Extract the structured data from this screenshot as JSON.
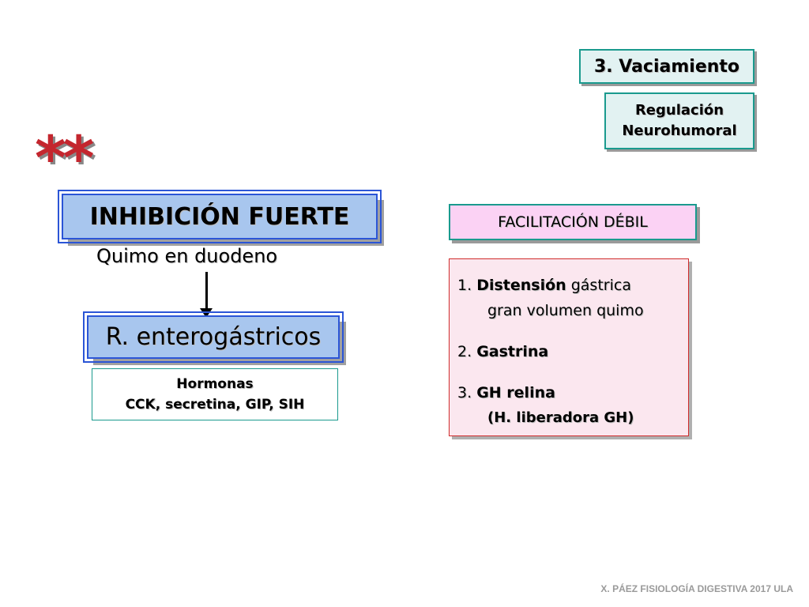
{
  "header": {
    "section": "3. Vaciamiento",
    "subsection_line1": "Regulación",
    "subsection_line2": "Neurohumoral"
  },
  "marker": "**",
  "left": {
    "title": "INHIBICIÓN FUERTE",
    "stimulus": "Quimo en duodeno",
    "reflex": "R. enterogástricos",
    "hormones_title": "Hormonas",
    "hormones_list": "CCK, secretina, GIP, SIH"
  },
  "right": {
    "title": "FACILITACIÓN DÉBIL",
    "items": [
      {
        "num": "1.",
        "bold": "Distensión",
        "rest": " gástrica",
        "sub": "gran volumen quimo"
      },
      {
        "num": "2.",
        "bold": "Gastrina"
      },
      {
        "num": "3.",
        "bold": "GH relina",
        "sub": "(H. liberadora GH)"
      }
    ]
  },
  "footer": "X. PÁEZ   FISIOLOGÍA DIGESTIVA 2017  ULA",
  "colors": {
    "teal_border": "#1a9a8e",
    "blue_box": "#a8c6ee",
    "pink_box": "#fbd2f4",
    "red_stars": "#c4262e"
  }
}
